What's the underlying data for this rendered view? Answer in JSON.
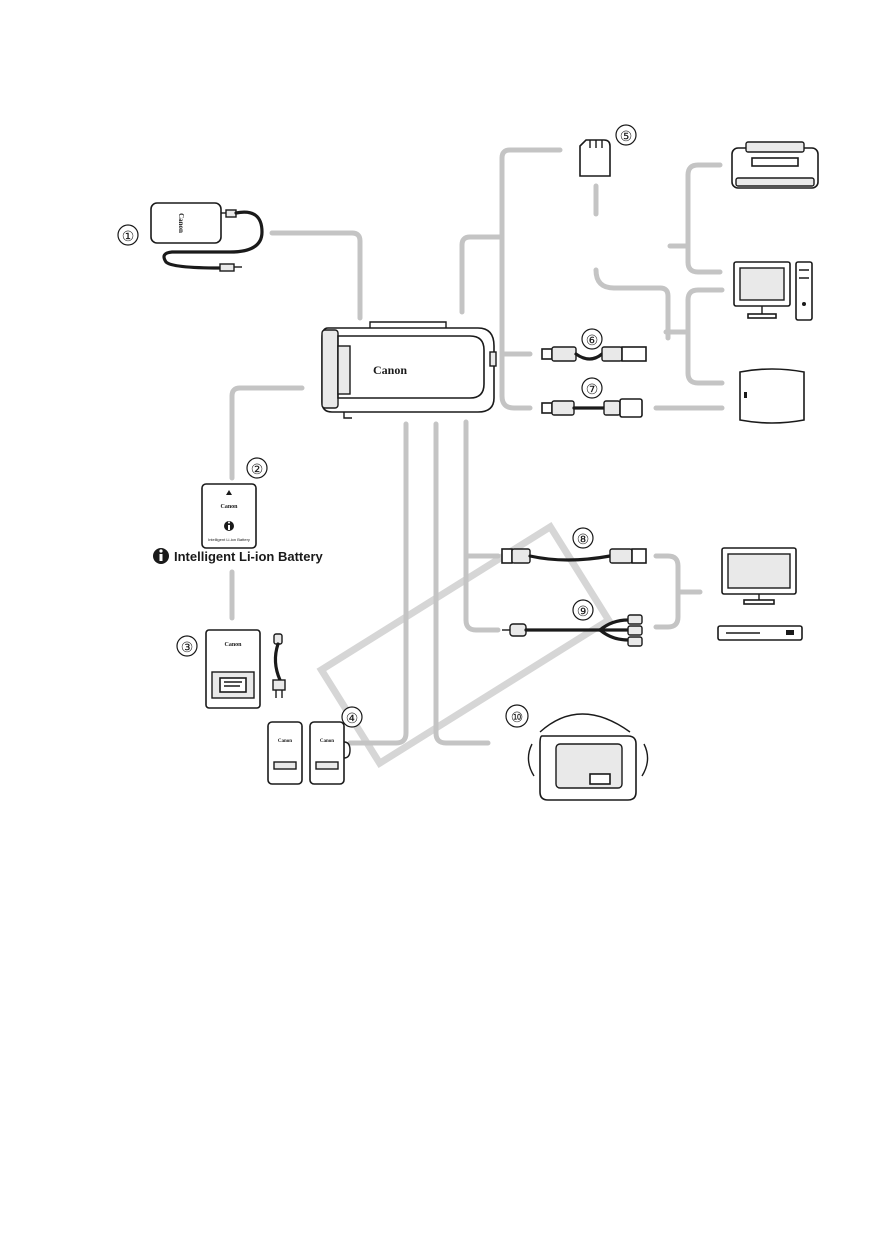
{
  "brand": "Canon",
  "battery_label": "Intelligent Li-ion Battery",
  "battery_fine_print": "Intelligent Li-ion Battery",
  "callouts": [
    {
      "id": "1",
      "label": "①"
    },
    {
      "id": "2",
      "label": "②"
    },
    {
      "id": "3",
      "label": "③"
    },
    {
      "id": "4",
      "label": "④"
    },
    {
      "id": "5",
      "label": "⑤"
    },
    {
      "id": "6",
      "label": "⑥"
    },
    {
      "id": "7",
      "label": "⑦"
    },
    {
      "id": "8",
      "label": "⑧"
    },
    {
      "id": "9",
      "label": "⑨"
    },
    {
      "id": "10",
      "label": "⑩"
    }
  ],
  "colors": {
    "line": "#c4c4c4",
    "ink": "#1a1a1a",
    "watermark": "#d6d6d6"
  }
}
